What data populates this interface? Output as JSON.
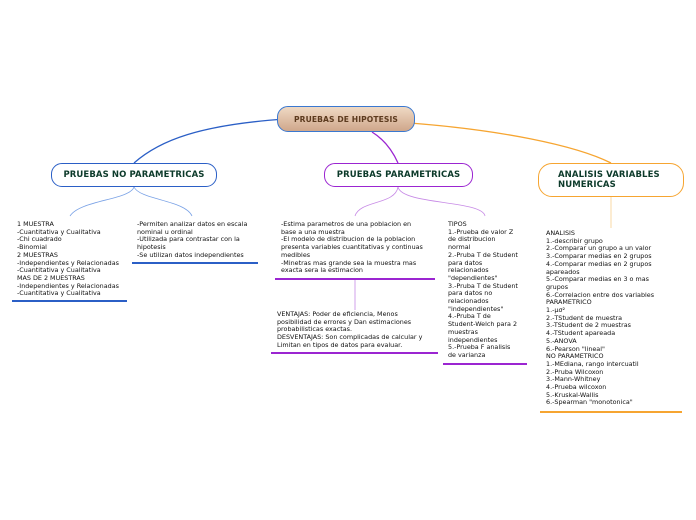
{
  "root": {
    "label": "PRUEBAS DE HIPOTESIS"
  },
  "branches": {
    "no_parametricas": {
      "label": "PRUEBAS NO PARAMETRICAS",
      "color": "#2b5fc6",
      "note_left": "1 MUESTRA\n-Cuantitativa y Cualitativa\n-Chi cuadrado\n-Binomial\n2 MUESTRAS\n-Independientes y Relacionadas\n-Cuantitativa y Cualitativa\nMAS DE 2 MUESTRAS\n-Independientes y Relacionadas\n-Cuantitativa y Cualitativa",
      "note_right": "-Permiten analizar datos en escala\nnominal u ordinal\n-Utilizada para contrastar con la\nhipotesis\n-Se utilizan datos independientes"
    },
    "parametricas": {
      "label": "PRUEBAS PARAMETRICAS",
      "color": "#9b25d1",
      "note_left": "-Estima parametros de una poblacion en\nbase a una muestra\n-El modelo de distribucion de la poblacion\npresenta variables cuantitativas y continuas\nmedibles\n-Minetras mas grande sea la muestra mas\nexacta sera la estimacion",
      "note_ventajas": "VENTAJAS: Poder de eficiencia, Menos\nposibilidad de errores y Dan estimaciones\nprobabilisticas exactas.\nDESVENTAJAS: Son complicadas de calcular y\nLimitan en tipos de datos para evaluar.",
      "note_tipos": "TIPOS\n1.-Prueba de valor Z\nde distribucion\nnormal\n2.-Pruba T de Student\npara datos\nrelacionados\n\"dependientes\"\n3.-Pruba T de Student\npara datos no\nrelacionados\n\"independientes\"\n4.-Pruba T de\nStudent-Welch para 2\nmuestras\nindependientes\n5.-Prueba F analisis\nde varianza"
    },
    "analisis": {
      "label": "ANALISIS VARIABLES\nNUMERICAS",
      "color": "#f6a531",
      "note": "ANALISIS\n1.-describir grupo\n2.-Comparar un grupo a un valor\n3.-Comparar medias en 2 grupos\n4.-Comparar medias en 2 grupos\napareados\n5.-Comparar medias en 3 o mas\ngrupos\n6.-Correlacion entre dos variables\nPARAMETRICO\n1.-μσ²\n2.-TStudent de muestra\n3.-TStudent de 2 muestras\n4.-TStudent apareada\n5.-ANOVA\n6.-Pearson \"lineal\"\nNO PARAMETRICO\n1.-MEdiana, rango intercuatil\n2.-Pruba Wilcoxon\n3.-Mann-Whitney\n4.-Prueba wilcoxon\n5.-Kruskal-Wallis\n6.-Spearman \"monotonica\""
    }
  }
}
